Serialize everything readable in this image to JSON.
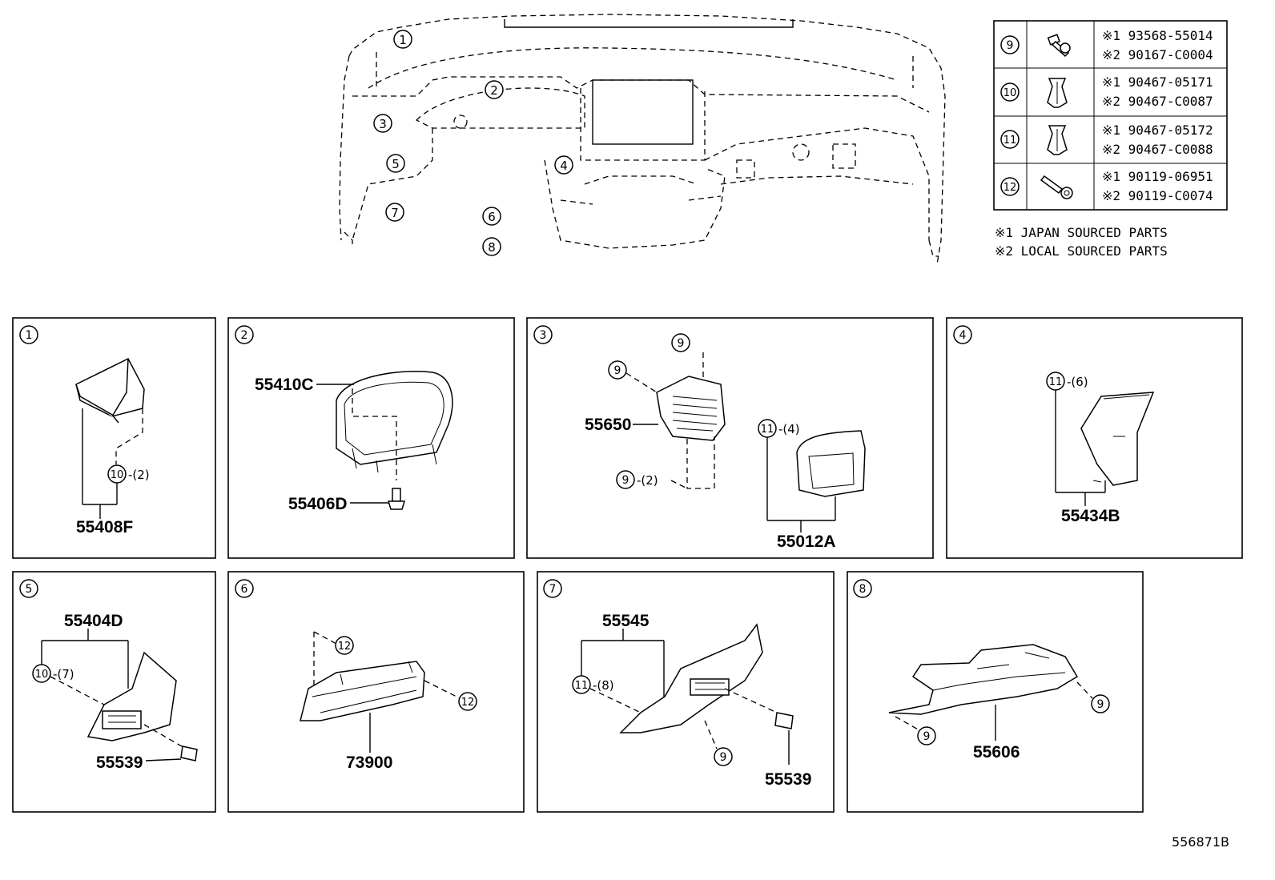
{
  "drawing_id": "556871B",
  "overview_callouts": [
    "1",
    "2",
    "3",
    "4",
    "5",
    "6",
    "7",
    "8"
  ],
  "fastener_table": [
    {
      "ref": "9",
      "code1": "※1 93568-55014",
      "code2": "※2 90167-C0004",
      "icon": "bolt-icon"
    },
    {
      "ref": "10",
      "code1": "※1 90467-05171",
      "code2": "※2 90467-C0087",
      "icon": "clip-icon"
    },
    {
      "ref": "11",
      "code1": "※1 90467-05172",
      "code2": "※2 90467-C0088",
      "icon": "clip-icon"
    },
    {
      "ref": "12",
      "code1": "※1 90119-06951",
      "code2": "※2 90119-C0074",
      "icon": "screw-icon"
    }
  ],
  "legend": [
    "※1 JAPAN SOURCED PARTS",
    "※2 LOCAL SOURCED PARTS"
  ],
  "panels": {
    "p1": {
      "num": "1",
      "part": "55408F",
      "fastener": "10",
      "qty": "-(2)"
    },
    "p2": {
      "num": "2",
      "part_a": "55410C",
      "part_b": "55406D"
    },
    "p3": {
      "num": "3",
      "part_a": "55650",
      "part_b": "55012A",
      "f9": "9",
      "f9b": "9",
      "f9q": "9",
      "q2": "-(2)",
      "f11": "11",
      "q4": "-(4)"
    },
    "p4": {
      "num": "4",
      "part": "55434B",
      "fastener": "11",
      "qty": "-(6)"
    },
    "p5": {
      "num": "5",
      "part_a": "55404D",
      "part_b": "55539",
      "fastener": "10",
      "qty": "-(7)"
    },
    "p6": {
      "num": "6",
      "part": "73900",
      "f12a": "12",
      "f12b": "12"
    },
    "p7": {
      "num": "7",
      "part_a": "55545",
      "part_b": "55539",
      "fastener": "11",
      "qty": "-(8)",
      "f9": "9"
    },
    "p8": {
      "num": "8",
      "part": "55606",
      "f9a": "9",
      "f9b": "9"
    }
  }
}
